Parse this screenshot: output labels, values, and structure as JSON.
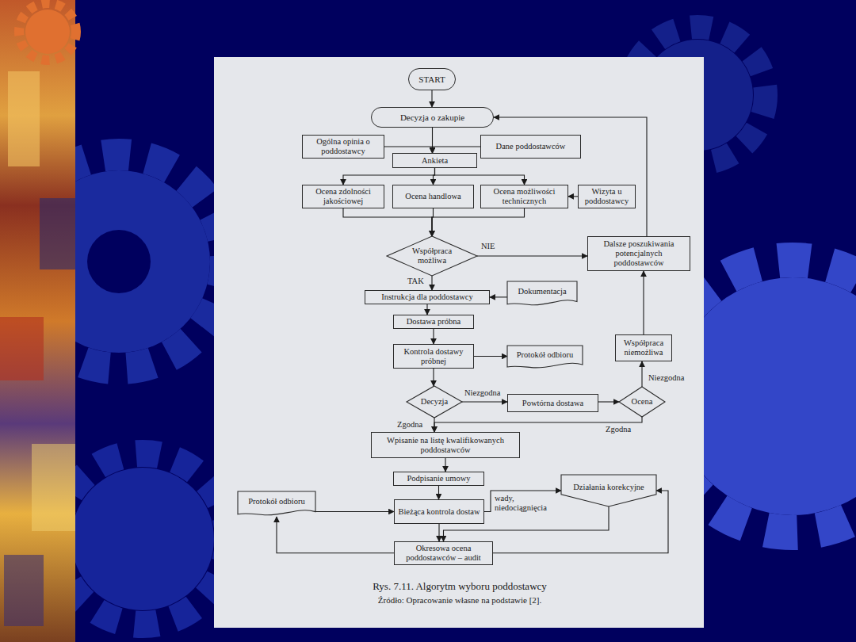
{
  "diagram": {
    "caption": "Rys. 7.11. Algorytm wyboru poddostawcy",
    "nodes": [
      {
        "text": [
          "START"
        ]
      },
      {
        "text": [
          "Decyzja o zakupie"
        ]
      },
      {
        "text": [
          "Ogólna opinia o poddostawcy"
        ]
      },
      {
        "text": [
          "Dane poddostawców"
        ]
      },
      {
        "text": [
          "Ankieta"
        ]
      },
      {
        "text": [
          "Ocena zdolności jakościowej"
        ]
      },
      {
        "text": [
          "Ocena handlowa"
        ]
      },
      {
        "text": [
          "Ocena możliwości technicznych"
        ]
      },
      {
        "text": [
          "Wizyta u poddostawcy"
        ]
      },
      {
        "text": [
          "Współpraca możliwa"
        ]
      },
      {
        "text": [
          "Dalsze poszukiwania potencjalnych poddostawców"
        ]
      },
      {
        "text": [
          "Instrukcja dla poddostawcy"
        ]
      },
      {
        "text": [
          "Dokumentacja"
        ]
      },
      {
        "text": [
          "Dostawa próbna"
        ]
      },
      {
        "text": [
          "Kontrola dostawy próbnej"
        ]
      },
      {
        "text": [
          "Protokół odbioru"
        ]
      },
      {
        "text": [
          "Decyzja"
        ]
      },
      {
        "text": [
          "Powtórna dostawa"
        ]
      },
      {
        "text": [
          "Ocena"
        ]
      },
      {
        "text": [
          "Współpraca niemożliwa"
        ]
      },
      {
        "text": [
          "Wpisanie na listę kwalifikowanych poddostawców"
        ]
      },
      {
        "text": [
          "Podpisanie umowy"
        ]
      },
      {
        "text": [
          "Protokół odbioru"
        ]
      },
      {
        "text": [
          "Bieżąca kontrola dostaw"
        ]
      },
      {
        "text": [
          "Działania korekcyjne"
        ]
      },
      {
        "text": [
          "Okresowa ocena poddostawców – audit"
        ]
      }
    ],
    "edges": [
      {
        "from": 0,
        "to": 1,
        "arrow": "to"
      },
      {
        "from": 1,
        "to": 4,
        "arrow": "to"
      },
      {
        "from": 2,
        "to": 4,
        "arrow": "to"
      },
      {
        "from": 3,
        "to": 4,
        "arrow": "to"
      },
      {
        "from": 4,
        "to": 5,
        "arrow": "to"
      },
      {
        "from": 4,
        "to": 6,
        "arrow": "to"
      },
      {
        "from": 4,
        "to": 7,
        "arrow": "to"
      },
      {
        "from": 8,
        "to": 7,
        "arrow": "to"
      },
      {
        "from": 5,
        "to": 9,
        "arrow": "to"
      },
      {
        "from": 6,
        "to": 9,
        "arrow": "to"
      },
      {
        "from": 7,
        "to": 9,
        "arrow": "to"
      },
      {
        "from": 9,
        "to": 10,
        "label": "NIE",
        "arrow": "to"
      },
      {
        "from": 9,
        "to": 11,
        "label": "TAK",
        "arrow": "to"
      },
      {
        "from": 10,
        "to": 1,
        "arrow": "to"
      },
      {
        "from": 12,
        "to": 11,
        "arrow": "to"
      },
      {
        "from": 11,
        "to": 13,
        "arrow": "to"
      },
      {
        "from": 13,
        "to": 14,
        "arrow": "to"
      },
      {
        "from": 14,
        "to": 15,
        "arrow": "to"
      },
      {
        "from": 14,
        "to": 16,
        "arrow": "to"
      },
      {
        "from": 16,
        "to": 17,
        "label": "Niezgodna",
        "arrow": "to"
      },
      {
        "from": 17,
        "to": 18,
        "arrow": "to"
      },
      {
        "from": 18,
        "to": 19,
        "label": "Niezgodna",
        "arrow": "to"
      },
      {
        "from": 19,
        "to": 10,
        "arrow": "to"
      },
      {
        "from": 18,
        "to": 20,
        "label": "Zgodna",
        "arrow": "to"
      },
      {
        "from": 16,
        "to": 20,
        "label": "Zgodna",
        "arrow": "to"
      },
      {
        "from": 20,
        "to": 21,
        "arrow": "to"
      },
      {
        "from": 21,
        "to": 23,
        "arrow": "to"
      },
      {
        "from": 22,
        "to": 23,
        "arrow": "to"
      },
      {
        "from": 23,
        "to": 24,
        "label": "wady, niedociągnięcia",
        "arrow": "to"
      },
      {
        "from": 24,
        "to": 25,
        "arrow": "to"
      },
      {
        "from": 23,
        "to": 25,
        "arrow": "to"
      },
      {
        "from": 25,
        "to": 22,
        "arrow": "to"
      },
      {
        "from": 25,
        "to": 24,
        "arrow": "to"
      }
    ],
    "labels": [
      "Źródło: Opracowanie własne na podstawie [2]."
    ]
  }
}
